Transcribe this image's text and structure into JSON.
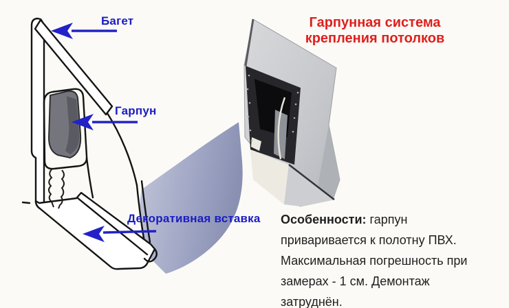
{
  "title": {
    "lines": [
      "Гарпунная система",
      "крепления потолков"
    ],
    "color": "#df1f1d"
  },
  "diagram": {
    "labels": {
      "baguette": "Багет",
      "harpoon": "Гарпун",
      "insert": "Декоративная вставка"
    },
    "label_color": "#1b1bc4",
    "arrow_color": "#2222c8",
    "fabric_color_light": "#c3c7d9",
    "fabric_color_dark": "#8990b2"
  },
  "features": {
    "heading": "Особенности:",
    "line1_rest": " гарпун",
    "lines": [
      "приваривается к полотну ПВХ.",
      "Максимальная погрешность при",
      "замерах - 1 см. Демонтаж",
      "затруднён."
    ],
    "text_color": "#1f1f1f"
  }
}
